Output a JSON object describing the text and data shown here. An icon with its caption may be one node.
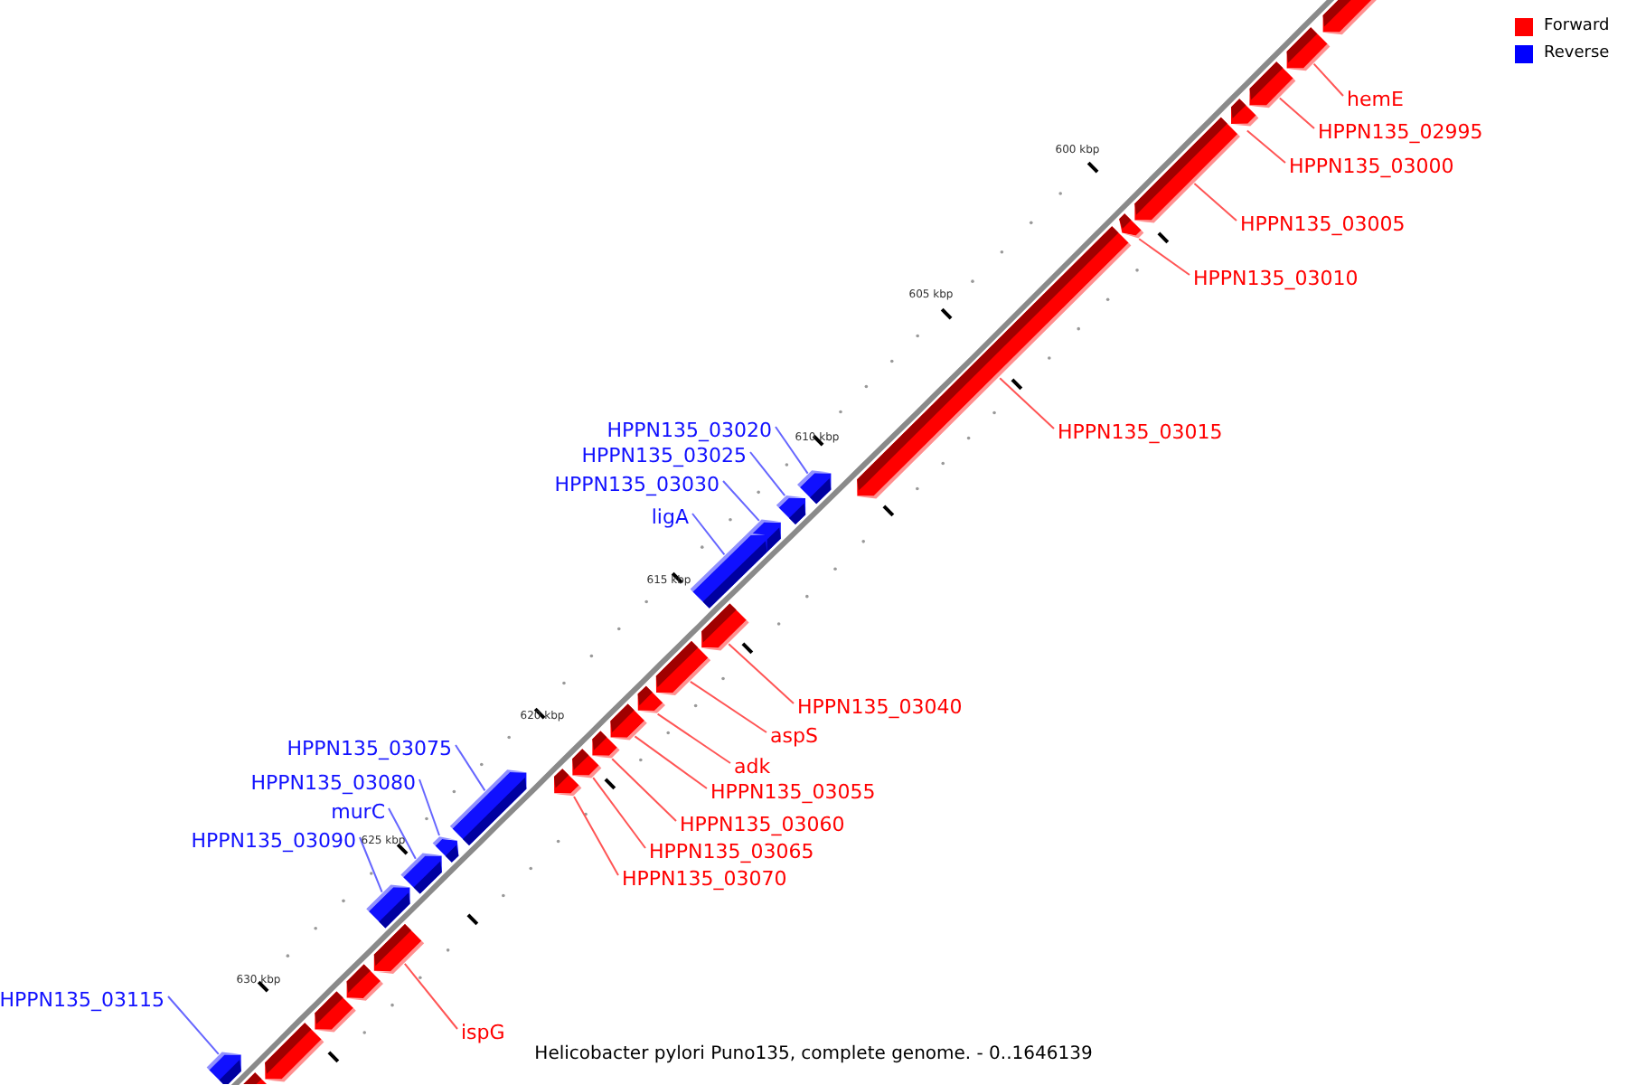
{
  "diagram": {
    "caption": "Helicobacter pylori Puno135, complete genome. - 0..1646139",
    "nodes": [
      {
        "text": [],
        "shape": "arrow"
      },
      {
        "text": [
          "hemE"
        ]
      },
      {
        "text": [],
        "shape": "arrow"
      },
      {
        "text": [
          "HPPN135_02995"
        ]
      },
      {
        "text": [],
        "shape": "arrow"
      },
      {
        "text": [
          "HPPN135_03000"
        ]
      },
      {
        "text": [],
        "shape": "arrow"
      },
      {
        "text": [
          "HPPN135_03005"
        ]
      },
      {
        "text": [],
        "shape": "arrow"
      },
      {
        "text": [
          "HPPN135_03010"
        ]
      },
      {
        "text": [],
        "shape": "arrow"
      },
      {
        "text": [
          "HPPN135_03015"
        ]
      },
      {
        "text": [],
        "shape": "arrow"
      },
      {
        "text": [
          "HPPN135_03020"
        ]
      },
      {
        "text": [],
        "shape": "arrow"
      },
      {
        "text": [
          "HPPN135_03025"
        ]
      },
      {
        "text": [],
        "shape": "arrow"
      },
      {
        "text": [
          "HPPN135_03030"
        ]
      },
      {
        "text": [],
        "shape": "arrow"
      },
      {
        "text": [
          "ligA"
        ]
      },
      {
        "text": [],
        "shape": "arrow"
      },
      {
        "text": [
          "HPPN135_03040"
        ]
      },
      {
        "text": [],
        "shape": "arrow"
      },
      {
        "text": [
          "aspS"
        ]
      },
      {
        "text": [],
        "shape": "arrow"
      },
      {
        "text": [
          "adk"
        ]
      },
      {
        "text": [],
        "shape": "arrow"
      },
      {
        "text": [
          "HPPN135_03055"
        ]
      },
      {
        "text": [],
        "shape": "arrow"
      },
      {
        "text": [
          "HPPN135_03060"
        ]
      },
      {
        "text": [],
        "shape": "arrow"
      },
      {
        "text": [
          "HPPN135_03065"
        ]
      },
      {
        "text": [],
        "shape": "arrow"
      },
      {
        "text": [
          "HPPN135_03070"
        ]
      },
      {
        "text": [],
        "shape": "arrow"
      },
      {
        "text": [
          "HPPN135_03075"
        ]
      },
      {
        "text": [],
        "shape": "arrow"
      },
      {
        "text": [
          "HPPN135_03080"
        ]
      },
      {
        "text": [],
        "shape": "arrow"
      },
      {
        "text": [
          "murC"
        ]
      },
      {
        "text": [],
        "shape": "arrow"
      },
      {
        "text": [
          "HPPN135_03090"
        ]
      },
      {
        "text": [],
        "shape": "arrow"
      },
      {
        "text": [
          "ispG"
        ]
      },
      {
        "text": [],
        "shape": "arrow"
      },
      {
        "text": [],
        "shape": "arrow"
      },
      {
        "text": [],
        "shape": "arrow"
      },
      {
        "text": [],
        "shape": "arrow"
      },
      {
        "text": [],
        "shape": "arrow"
      },
      {
        "text": [
          "HPPN135_03115"
        ]
      },
      {
        "text": [],
        "shape": "arrow"
      }
    ],
    "edges": [
      {
        "from": 1,
        "to": 2,
        "arrow": "none"
      },
      {
        "from": 3,
        "to": 4,
        "arrow": "none"
      },
      {
        "from": 5,
        "to": 6,
        "arrow": "none"
      },
      {
        "from": 7,
        "to": 8,
        "arrow": "none"
      },
      {
        "from": 9,
        "to": 10,
        "arrow": "none"
      },
      {
        "from": 11,
        "to": 12,
        "arrow": "none"
      },
      {
        "from": 13,
        "to": 14,
        "arrow": "none",
        "color": "#6666ff"
      },
      {
        "from": 15,
        "to": 16,
        "arrow": "none",
        "color": "#6666ff"
      },
      {
        "from": 17,
        "to": 18,
        "arrow": "none",
        "color": "#6666ff"
      },
      {
        "from": 19,
        "to": 20,
        "arrow": "none",
        "color": "#6666ff"
      },
      {
        "from": 21,
        "to": 22,
        "arrow": "none"
      },
      {
        "from": 23,
        "to": 24,
        "arrow": "none"
      },
      {
        "from": 25,
        "to": 26,
        "arrow": "none"
      },
      {
        "from": 27,
        "to": 28,
        "arrow": "none"
      },
      {
        "from": 29,
        "to": 30,
        "arrow": "none"
      },
      {
        "from": 31,
        "to": 32,
        "arrow": "none"
      },
      {
        "from": 33,
        "to": 34,
        "arrow": "none"
      },
      {
        "from": 35,
        "to": 36,
        "arrow": "none",
        "color": "#6666ff"
      },
      {
        "from": 37,
        "to": 38,
        "arrow": "none",
        "color": "#6666ff"
      },
      {
        "from": 39,
        "to": 40,
        "arrow": "none",
        "color": "#6666ff"
      },
      {
        "from": 41,
        "to": 42,
        "arrow": "none",
        "color": "#6666ff"
      },
      {
        "from": 43,
        "to": 44,
        "arrow": "none"
      },
      {
        "from": 49,
        "to": 50,
        "arrow": "none",
        "color": "#6666ff"
      }
    ],
    "labels": [
      "600 kbp",
      "605 kbp",
      "610 kbp",
      "615 kbp",
      "620 kbp",
      "625 kbp",
      "630 kbp"
    ],
    "legend": [
      {
        "text": "Forward",
        "color": "#ff0000"
      },
      {
        "text": "Reverse",
        "color": "#0000ff"
      }
    ]
  }
}
